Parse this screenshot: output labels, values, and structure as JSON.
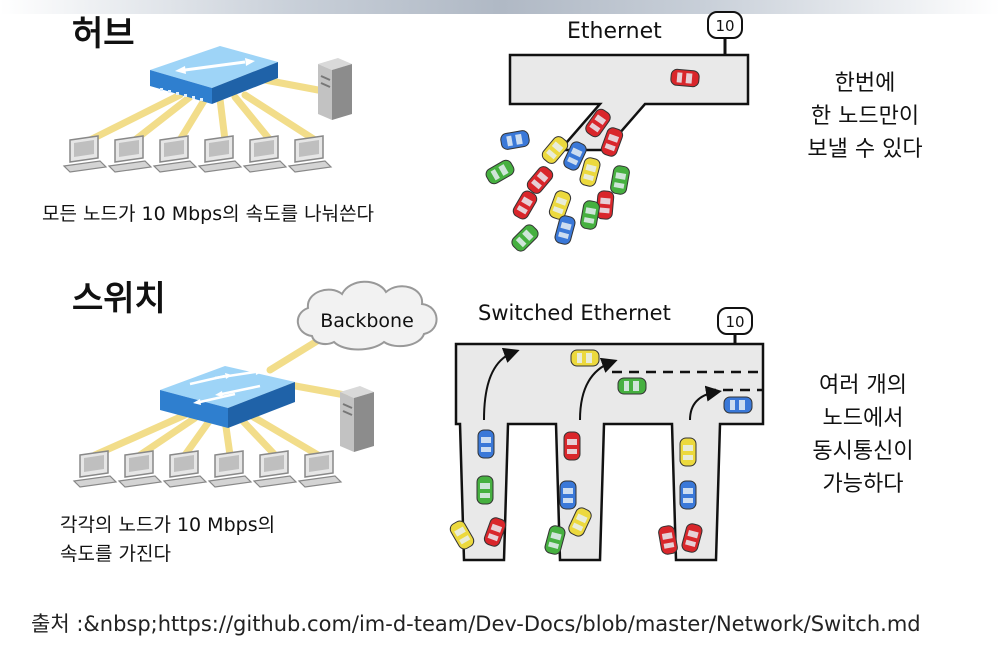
{
  "hub": {
    "title": "허브",
    "caption": "모든 노드가 10 Mbps의 속도를 나눠쓴다",
    "road_label": "Ethernet",
    "sign": "10",
    "desc": [
      "한번에",
      "한 노드만이",
      "보낼 수 있다"
    ]
  },
  "switch": {
    "title": "스위치",
    "caption": [
      "각각의 노드가 10 Mbps의",
      "속도를 가진다"
    ],
    "cloud_label": "Backbone",
    "road_label": "Switched Ethernet",
    "sign": "10",
    "desc": [
      "여러 개의",
      "노드에서",
      "동시통신이",
      "가능하다"
    ]
  },
  "source": "출처 :&nbsp;https://github.com/im-d-team/Dev-Docs/blob/master/Network/Switch.md",
  "colors": {
    "device_blue": "#3d8fd8",
    "device_top": "#7ec0f0",
    "cable": "#f2dd8a",
    "road": "#e9e9e9",
    "car_red": "#d9262b",
    "car_blue": "#3a78d8",
    "car_green": "#46b040",
    "car_yellow": "#ecd93e"
  }
}
